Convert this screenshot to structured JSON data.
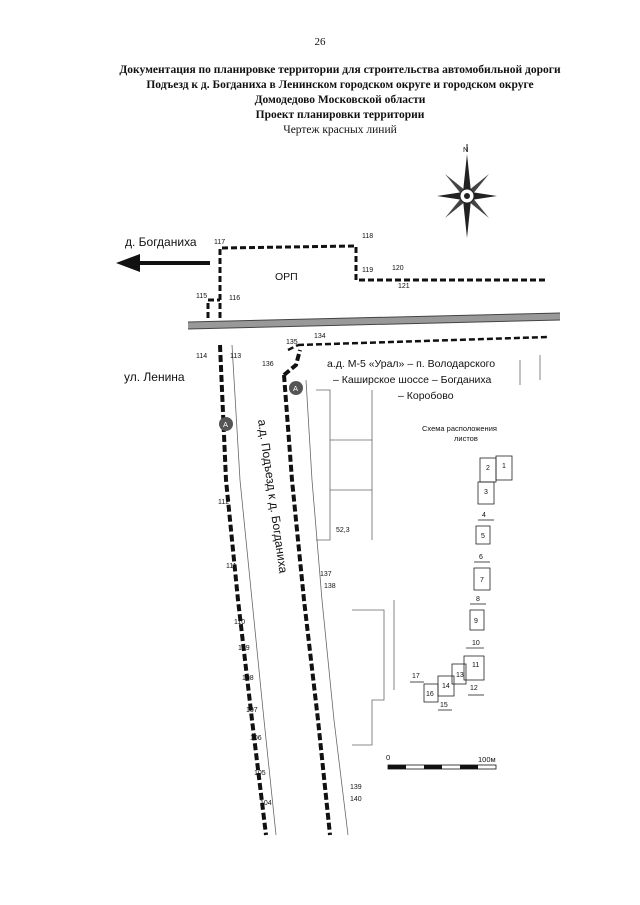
{
  "page_number": "26",
  "header": {
    "line1": "Документация по планировке территории для строительства автомобильной дороги",
    "line2": "Подъезд к д. Богданиха в Ленинском городском округе и городском округе",
    "line3": "Домодедово Московской области",
    "line4": "Проект планировки территории",
    "line5": "Чертеж красных линий"
  },
  "compass": {
    "north_letter": "N"
  },
  "map": {
    "village_label": "д. Богданиха",
    "orp_label": "ОРП",
    "lenina_label": "ул. Ленина",
    "road_vertical_label": "а.д. Подъезд к д. Богданиха",
    "road_ural_line1": "а.д. М-5 «Урал» – п. Володарского",
    "road_ural_line2": "– Каширское шоссе – Богданиха",
    "road_ural_line3": "– Коробово",
    "marker_a1": "А",
    "marker_a2": "А",
    "small_figure": "52,3",
    "points": {
      "p117": "117",
      "p118": "118",
      "p119": "119",
      "p120": "120",
      "p121": "121",
      "p115": "115",
      "p116": "116",
      "p114": "114",
      "p113": "113",
      "p135": "135",
      "p134": "134",
      "p136": "136",
      "p112": "112",
      "p111": "111",
      "p110": "110",
      "p109": "109",
      "p108": "108",
      "p107": "107",
      "p106": "106",
      "p105": "105",
      "p104": "104",
      "p137": "137",
      "p138": "138",
      "p139": "139",
      "p140": "140"
    }
  },
  "scheme": {
    "title_line1": "Схема расположения",
    "title_line2": "листов",
    "sheets": {
      "s1": "1",
      "s2": "2",
      "s3": "3",
      "s4": "4",
      "s5": "5",
      "s6": "6",
      "s7": "7",
      "s8": "8",
      "s9": "9",
      "s10": "10",
      "s11": "11",
      "s12": "12",
      "s13": "13",
      "s14": "14",
      "s15": "15",
      "s16": "16",
      "s17": "17"
    }
  },
  "scale_bar": {
    "zero": "0",
    "end": "100м"
  }
}
